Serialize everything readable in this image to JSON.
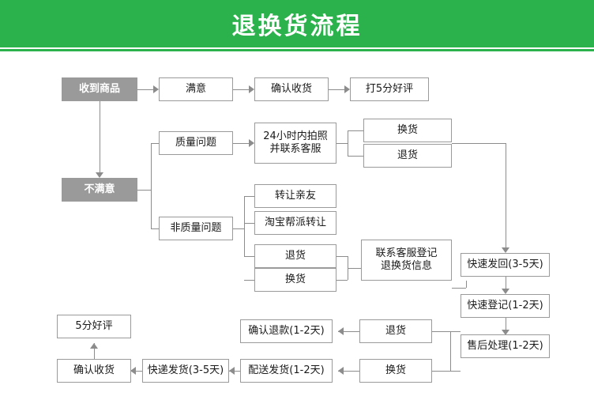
{
  "header": {
    "title": "退换货流程"
  },
  "theme": {
    "brand_green": "#2bb24c",
    "box_border": "#9a9a9a",
    "gray_fill": "#9a9a9a",
    "line": "#8c8c8c"
  },
  "nodes": {
    "received": "收到商品",
    "satisfied": "满意",
    "confirm_receipt_top": "确认收货",
    "five_star_rating": "打5分好评",
    "unsatisfied": "不满意",
    "quality_issue": "质量问题",
    "photo_contact": "24小时内拍照\n并联系客服",
    "exchange_1": "换货",
    "return_1": "退货",
    "non_quality_issue": "非质量问题",
    "transfer_friend": "转让亲友",
    "taobao_help_transfer": "淘宝帮派转让",
    "return_2": "退货",
    "exchange_2": "换货",
    "contact_register": "联系客服登记\n退换货信息",
    "fast_send_back": "快速发回(3-5天)",
    "fast_register": "快速登记(1-2天)",
    "after_sale": "售后处理(1-2天)",
    "return_3": "退货",
    "exchange_3": "换货",
    "confirm_refund": "确认退款(1-2天)",
    "delivery_ship": "配送发货(1-2天)",
    "express_ship": "快递发货(3-5天)",
    "confirm_receipt_bottom": "确认收货",
    "five_star_good": "5分好评"
  }
}
